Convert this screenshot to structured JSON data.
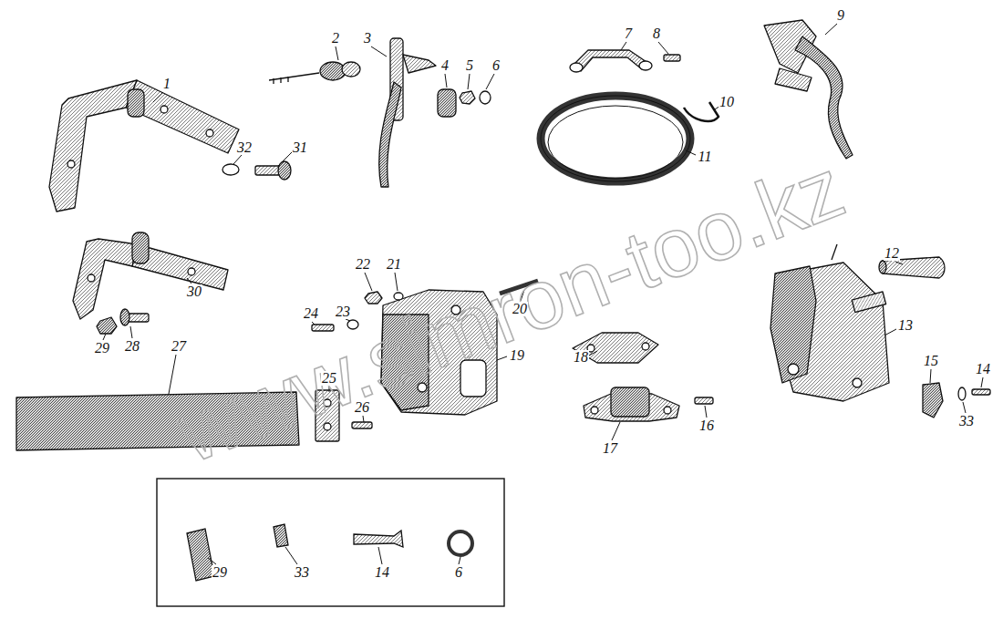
{
  "diagram": {
    "labels": [
      "1",
      "2",
      "3",
      "4",
      "5",
      "6",
      "7",
      "8",
      "9",
      "10",
      "11",
      "12",
      "13",
      "14",
      "15",
      "33",
      "16",
      "17",
      "18",
      "19",
      "20",
      "21",
      "22",
      "23",
      "24",
      "25",
      "26",
      "27",
      "28",
      "29",
      "30",
      "31",
      "32",
      "29",
      "33",
      "14",
      "6",
      "www.simron-too.kz"
    ]
  }
}
